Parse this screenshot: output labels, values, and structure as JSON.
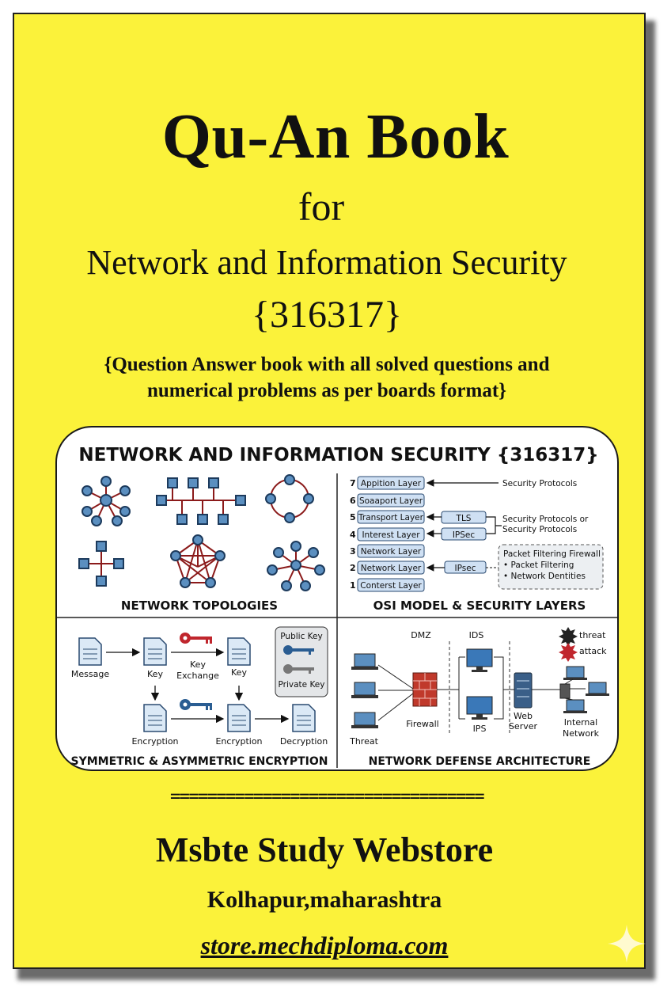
{
  "cover": {
    "title": "Qu-An Book",
    "for": "for",
    "subject": "Network and Information Security",
    "code": "{316317}",
    "description_line1": "{Question Answer book with all solved questions and",
    "description_line2": "numerical problems as per boards format}"
  },
  "panel": {
    "heading": "NETWORK AND INFORMATION SECURITY {316317}",
    "topologies": {
      "caption": "NETWORK TOPOLOGIES"
    },
    "osi": {
      "caption": "OSI MODEL & SECURITY LAYERS",
      "layers": [
        {
          "num": "7",
          "name": "Appition Layer"
        },
        {
          "num": "6",
          "name": "Soaaport Layer"
        },
        {
          "num": "5",
          "name": "Transport Layer"
        },
        {
          "num": "4",
          "name": "Interest Layer"
        },
        {
          "num": "3",
          "name": "Network Layer"
        },
        {
          "num": "2",
          "name": "Network Layer"
        },
        {
          "num": "1",
          "name": "Conterst Layer"
        }
      ],
      "protocol_tls": "TLS",
      "protocol_ipsec": "IPSec",
      "protocol_ipsec2": "IPsec",
      "label_security_protocols": "Security Protocols",
      "label_security_or_line1": "Security Protocols or",
      "label_security_or_line2": "Security Protocols",
      "firewall_box_title": "Packet Filtering Firewall",
      "firewall_box_item1": "• Packet Filtering",
      "firewall_box_item2": "• Network Dentities"
    },
    "encryption": {
      "caption": "SYMMETRIC & ASYMMETRIC ENCRYPTION",
      "message": "Message",
      "key1": "Key",
      "key_exchange_line1": "Key",
      "key_exchange_line2": "Exchange",
      "key2": "Key",
      "public_key": "Public Key",
      "private_key": "Private Key",
      "encryption1": "Encryption",
      "encryption2": "Encryption",
      "decryption": "Decryption"
    },
    "defense": {
      "caption": "NETWORK DEFENSE ARCHITECTURE",
      "dmz": "DMZ",
      "ids": "IDS",
      "threat_legend": "threat",
      "attack_legend": "attack",
      "threat": "Threat",
      "firewall": "Firewall",
      "ips": "IPS",
      "web_server_line1": "Web",
      "web_server_line2": "Server",
      "internal_line1": "Internal",
      "internal_line2": "Network"
    }
  },
  "divider": "==================================",
  "publisher": "Msbte Study Webstore",
  "location": "Kolhapur,maharashtra",
  "website": "store.mechdiploma.com",
  "colors": {
    "cover_background": "#fbf23a",
    "node_fill": "#5b8fc0",
    "link_red": "#8b1a1a",
    "layer_fill": "#cfe0f3",
    "key_red": "#c0262d",
    "firewall_red": "#c0392b"
  },
  "icons": [
    "star-sparkle-icon",
    "document-icon",
    "key-icon",
    "laptop-icon",
    "firewall-icon",
    "server-icon",
    "monitor-icon",
    "burst-icon"
  ]
}
